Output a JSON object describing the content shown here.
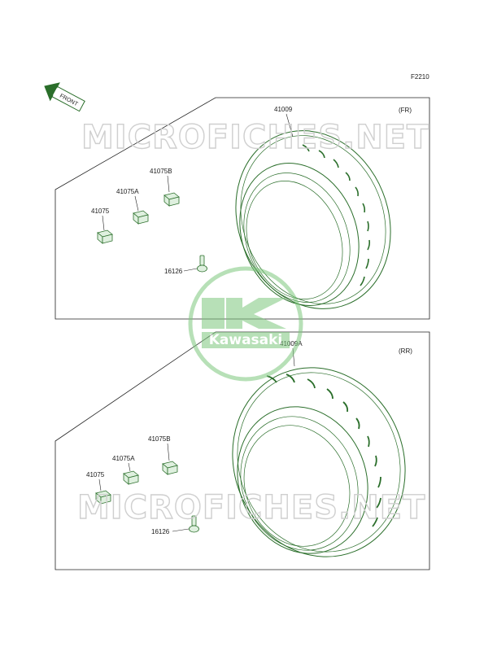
{
  "figure_code": "F2210",
  "front_arrow_label": "FRONT",
  "watermark_text": "MICROFICHES.NET",
  "logo_text": "Kawasaki",
  "colors": {
    "part_ink": "#2a6e2a",
    "part_fill": "#dff0df",
    "logo_green": "#7ec87e",
    "watermark": "#cfcfcf",
    "frame": "#222222"
  },
  "front_section": {
    "position_label": "(FR)",
    "tire_label": "41009",
    "part_labels": {
      "weight_b": "41075B",
      "weight_a": "41075A",
      "weight": "41075",
      "valve": "16126"
    }
  },
  "rear_section": {
    "position_label": "(RR)",
    "tire_label": "41009A",
    "part_labels": {
      "weight_b": "41075B",
      "weight_a": "41075A",
      "weight": "41075",
      "valve": "16126"
    }
  }
}
